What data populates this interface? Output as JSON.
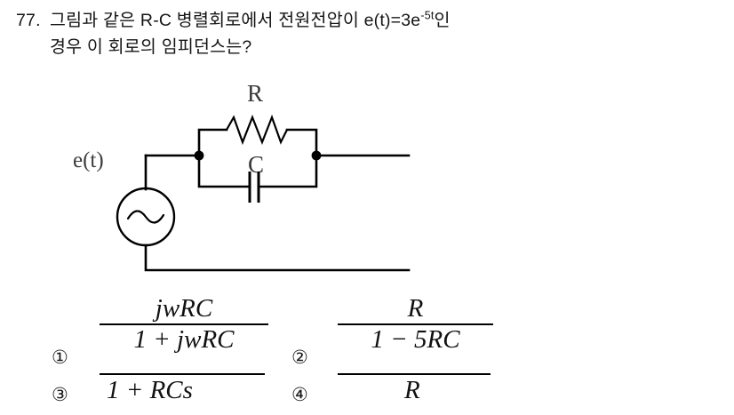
{
  "question": {
    "number": "77.",
    "line1_pre": "그림과 같은 R-C 병렬회로에서 전원전압이 e(t)=3e",
    "line1_sup": "-5t",
    "line1_post": "인",
    "line2": "경우 이 회로의 임피던스는?"
  },
  "circuit": {
    "source_label": "e(t)",
    "resistor_label": "R",
    "capacitor_label": "C",
    "topology": "R-C parallel network driven by AC source"
  },
  "choices": [
    {
      "marker": "①",
      "type": "fraction",
      "numerator": "jwRC",
      "denominator": "1 + jwRC"
    },
    {
      "marker": "②",
      "type": "fraction",
      "numerator": "R",
      "denominator": "1 − 5RC"
    },
    {
      "marker": "③",
      "type": "expression",
      "expression": "1 + RCs"
    },
    {
      "marker": "④",
      "type": "expression",
      "expression": "R"
    }
  ]
}
